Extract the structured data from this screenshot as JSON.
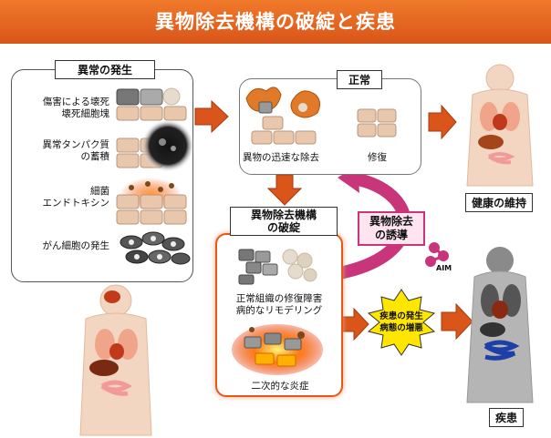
{
  "title": "異物除去機構の破綻と疾患",
  "abnormal": {
    "tag": "異常の発生",
    "items": [
      {
        "line1": "傷害による壊死",
        "line2": "壊死細胞塊"
      },
      {
        "line1": "異常タンパク質",
        "line2": "の蓄積"
      },
      {
        "line1": "細菌",
        "line2": "エンドトキシン"
      },
      {
        "line1": "がん細胞の発生",
        "line2": ""
      }
    ]
  },
  "normal": {
    "tag": "正常",
    "left_label": "異物の迅速な除去",
    "right_label": "修復"
  },
  "health_label": "健康の維持",
  "breakdown": {
    "tag_line1": "異物除去機構",
    "tag_line2": "の破綻",
    "text1_line1": "正常組織の修復障害",
    "text1_line2": "病的なリモデリング",
    "text2": "二次的な炎症"
  },
  "induction": {
    "line1": "異物除去",
    "line2": "の誘導",
    "molecule": "AIM"
  },
  "disease_burst": {
    "line1": "疾患の発生",
    "line2": "病態の増悪"
  },
  "disease_label": "疾患",
  "colors": {
    "title_bar": "#e8671f",
    "arrow": "#d9551a",
    "induction_arrow": "#c8357a",
    "burst": "#ffe600",
    "breakdown_border": "#e05a1a"
  }
}
